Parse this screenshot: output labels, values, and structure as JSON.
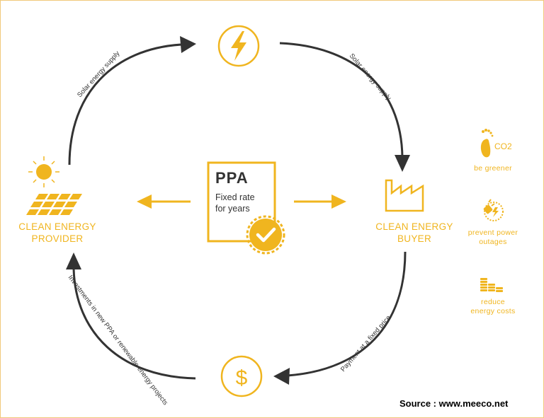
{
  "center": {
    "title": "PPA",
    "line1": "Fixed rate",
    "line2": "for years"
  },
  "provider": {
    "line1": "CLEAN ENERGY",
    "line2": "PROVIDER"
  },
  "buyer": {
    "line1": "CLEAN ENERGY",
    "line2": "BUYER"
  },
  "arrows": {
    "top_left": "Solar energy supply",
    "top_right": "Solar energy supply",
    "bottom_right": "Payment at a fixed price",
    "bottom_left": "Investments in new PPA or renewable energy projects"
  },
  "benefits": [
    {
      "icon": "footprint-co2-icon",
      "line1": "be greener",
      "line2": "",
      "co2": "CO2"
    },
    {
      "icon": "power-plug-icon",
      "line1": "prevent power",
      "line2": "outages"
    },
    {
      "icon": "coin-stacks-icon",
      "line1": "reduce",
      "line2": "energy costs"
    }
  ],
  "top_node_icon": "lightning-icon",
  "bottom_node_icon": "dollar-icon",
  "bottom_node_symbol": "$",
  "source": "Source : www.meeco.net",
  "colors": {
    "accent": "#f0b51f",
    "arrow": "#333333",
    "text": "#333333"
  }
}
